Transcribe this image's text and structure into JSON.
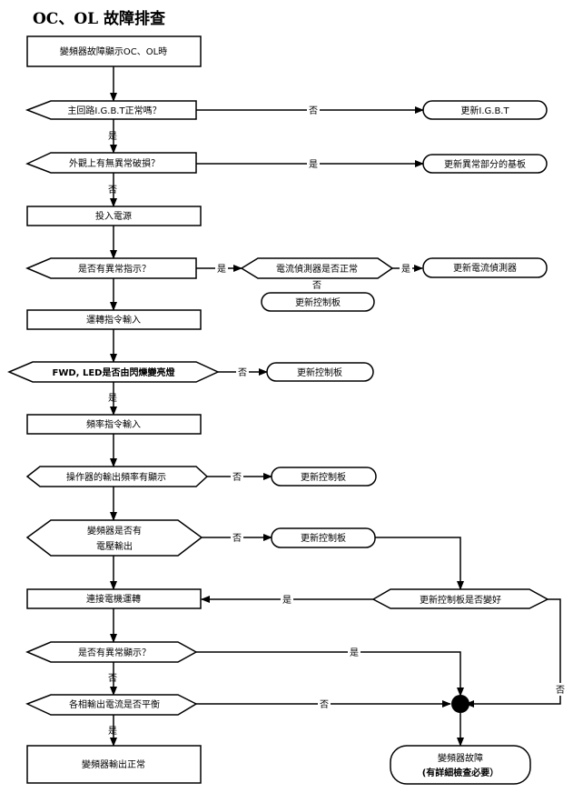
{
  "title": "OC、OL 故障排查",
  "boxes": {
    "start": "變頻器故障顯示OC、OL時",
    "power_on": "投入電源",
    "run_cmd": "運轉指令輸入",
    "freq_cmd": "頻率指令輸入",
    "connect_motor": "連接電機運轉",
    "normal": "變頻器輸出正常"
  },
  "decisions": {
    "igbt": "主回路I.G.B.T正常嗎？",
    "damage": "外觀上有無異常破損？",
    "indicator": "是否有異常指示？",
    "current_sensor": "電流偵測器是否正常",
    "led": "FWD, LED是否由閃爍變亮燈",
    "keypad": "操作器的輸出頻率有顯示",
    "voltage_1": "變頻器是否有",
    "voltage_2": "電壓輸出",
    "board_better": "更新控制板是否變好",
    "abnormal_display": "是否有異常顯示？",
    "balance": "各相輸出電流是否平衡"
  },
  "actions": {
    "replace_igbt": "更新I.G.B.T",
    "replace_part": "更新異常部分的基板",
    "replace_sensor": "更新電流偵測器",
    "replace_board_1": "更新控制板",
    "replace_board_2": "更新控制板",
    "replace_board_3": "更新控制板",
    "replace_board_4": "更新控制板",
    "fault_1": "變頻器故障",
    "fault_2": "(有詳細檢查必要）"
  },
  "labels": {
    "yes": "是",
    "no": "否"
  }
}
